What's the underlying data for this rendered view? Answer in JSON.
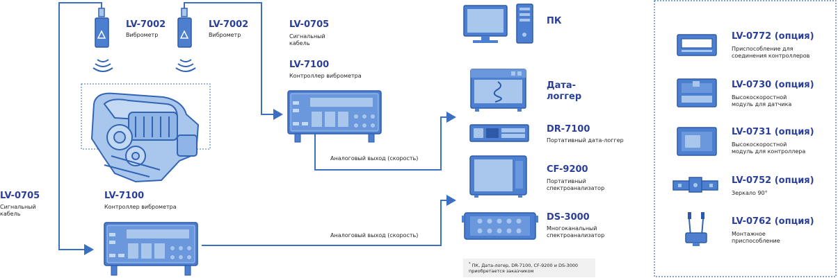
{
  "colors": {
    "line": "#3b6fc0",
    "title": "#2a3f9a",
    "device_fill": "#4d7fd1",
    "device_light": "#a9c7ec",
    "border": "#3264b4"
  },
  "vibrometer_left": {
    "model": "LV-7002",
    "desc": "Виброметр"
  },
  "vibrometer_right": {
    "model": "LV-7002",
    "desc": "Виброметр"
  },
  "cable_top": {
    "model": "LV-0705",
    "desc_line1": "Сигнальный",
    "desc_line2": "кабель"
  },
  "controller_top": {
    "model": "LV-7100",
    "desc": "Контроллер виброметра"
  },
  "cable_left": {
    "model": "LV-0705",
    "desc_line1": "Сигнальный",
    "desc_line2": "кабель"
  },
  "controller_bottom": {
    "model": "LV-7100",
    "desc": "Контроллер виброметра"
  },
  "analog_top": "Аналоговый выход (скорость)",
  "analog_bottom": "Аналоговый выход (скорость)",
  "pc": {
    "title": "ПК"
  },
  "datalogger": {
    "title_line1": "Дата-",
    "title_line2": "логгер"
  },
  "dr7100": {
    "model": "DR-7100",
    "desc": "Портативный дата-логгер"
  },
  "cf9200": {
    "model": "CF-9200",
    "desc_line1": "Портативный",
    "desc_line2": "спектроанализатор"
  },
  "ds3000": {
    "model": "DS-3000",
    "desc_line1": "Многоканальный",
    "desc_line2": "спектроанализатор"
  },
  "footnote": {
    "mark": "*",
    "line1": "ПК, Дата-логер, DR-7100, CF-9200 и DS-3000",
    "line2": "приобретается заказчиком"
  },
  "options": [
    {
      "model": "LV-0772 (опция)",
      "desc_line1": "Приспособление для",
      "desc_line2": "соединения контроллеров",
      "icon": "connector-plate-icon"
    },
    {
      "model": "LV-0730 (опция)",
      "desc_line1": "Высокоскоростной",
      "desc_line2": "модуль для датчика",
      "icon": "sensor-module-icon"
    },
    {
      "model": "LV-0731 (опция)",
      "desc_line1": "Высокоскоростной",
      "desc_line2": "модуль для контроллера",
      "icon": "controller-module-icon"
    },
    {
      "model": "LV-0752 (опция)",
      "desc_line1": "Зеркало 90°",
      "desc_line2": "",
      "icon": "mirror-icon"
    },
    {
      "model": "LV-0762 (опция)",
      "desc_line1": "Монтажное",
      "desc_line2": "приспособление",
      "icon": "mount-icon"
    }
  ]
}
